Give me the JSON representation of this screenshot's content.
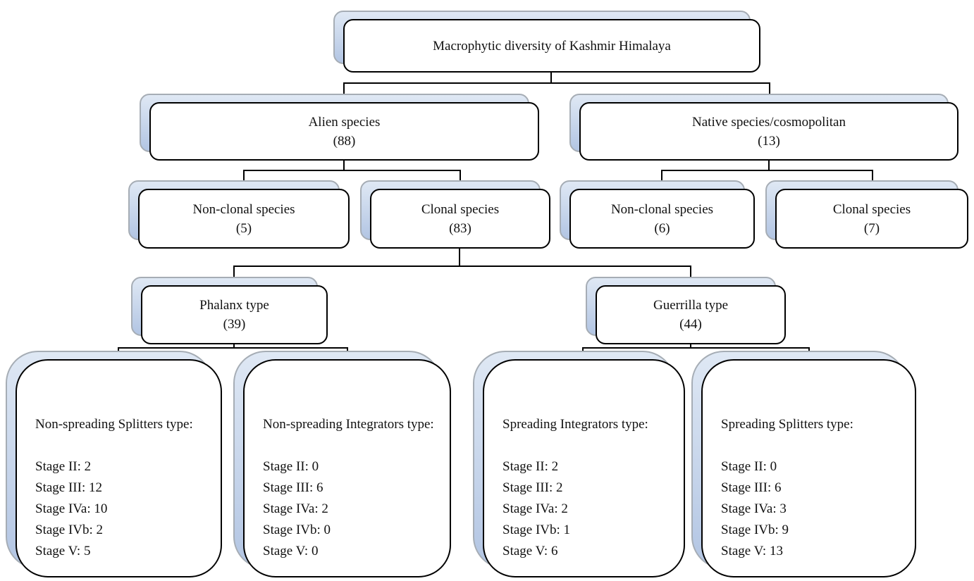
{
  "colors": {
    "box_border": "#000000",
    "box_fill": "#ffffff",
    "shadow_fill_top": "#dfe8f4",
    "shadow_fill_bottom": "#b2c5e3",
    "shadow_border": "#a6adb5",
    "line_color": "#000000",
    "text_color": "#111111"
  },
  "nodes": {
    "root": {
      "label": "Macrophytic diversity of Kashmir Himalaya"
    },
    "alien": {
      "label": "Alien species",
      "count": "(88)"
    },
    "native": {
      "label": "Native species/cosmopolitan",
      "count": "(13)"
    },
    "alien_nonclonal": {
      "label": "Non-clonal species",
      "count": "(5)"
    },
    "alien_clonal": {
      "label": "Clonal species",
      "count": "(83)"
    },
    "native_nonclonal": {
      "label": "Non-clonal species",
      "count": "(6)"
    },
    "native_clonal": {
      "label": "Clonal species",
      "count": "(7)"
    },
    "phalanx": {
      "label": "Phalanx type",
      "count": "(39)"
    },
    "guerrilla": {
      "label": "Guerrilla type",
      "count": "(44)"
    },
    "leaf_nonspreading_splitters": {
      "title": "Non-spreading Splitters type:",
      "lines": [
        "Stage II: 2",
        "Stage III: 12",
        "Stage IVa: 10",
        "Stage IVb: 2",
        "Stage V: 5"
      ]
    },
    "leaf_nonspreading_integrators": {
      "title": "Non-spreading Integrators type:",
      "lines": [
        "Stage II: 0",
        "Stage III: 6",
        "Stage IVa: 2",
        "Stage IVb: 0",
        "Stage V: 0"
      ]
    },
    "leaf_spreading_integrators": {
      "title": "Spreading Integrators type:",
      "lines": [
        "Stage II: 2",
        "Stage III: 2",
        "Stage IVa: 2",
        "Stage IVb: 1",
        "Stage V: 6"
      ]
    },
    "leaf_spreading_splitters": {
      "title": "Spreading Splitters type:",
      "lines": [
        "Stage II: 0",
        "Stage III: 6",
        "Stage IVa: 3",
        "Stage IVb: 9",
        "Stage V: 13"
      ]
    }
  }
}
